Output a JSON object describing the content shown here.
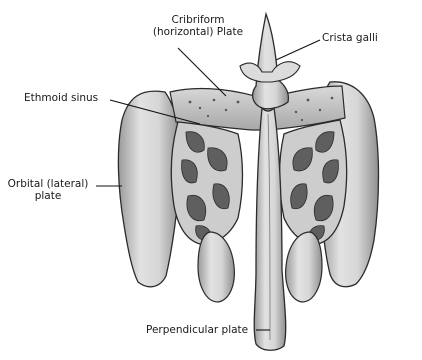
{
  "labels": {
    "cribriform_line1": "Cribriform",
    "cribriform_line2": "(horizontal) Plate",
    "crista_galli": "Crista galli",
    "ethmoid_sinus": "Ethmoid sinus",
    "orbital_line1": "Orbital (lateral)",
    "orbital_line2": "plate",
    "perpendicular": "Perpendicular plate"
  },
  "colors": {
    "bone_fill": "#cfcfcf",
    "bone_light": "#e6e6e6",
    "bone_shadow": "#7a7a7a",
    "outline": "#2b2b2b",
    "leader_line": "#111111"
  }
}
